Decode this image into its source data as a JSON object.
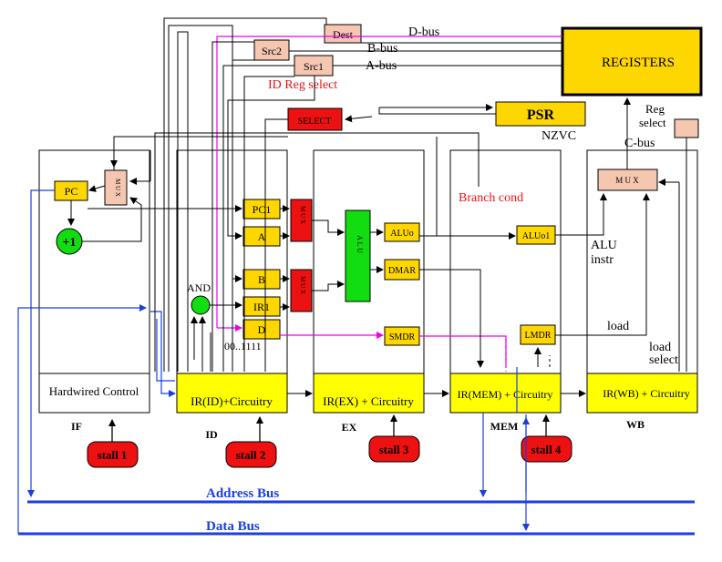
{
  "registers": {
    "label": "REGISTERS"
  },
  "buses": {
    "d_bus": "D-bus",
    "b_bus": "B-bus",
    "a_bus": "A-bus",
    "c_bus": "C-bus",
    "address_bus": "Address Bus",
    "data_bus": "Data Bus"
  },
  "top": {
    "dest": "Dest",
    "src2": "Src2",
    "src1": "Src1",
    "id_reg_select": "ID Reg select",
    "select": "SELECT",
    "psr": "PSR",
    "nzvc": "NZVC",
    "reg_select_1": "Reg",
    "reg_select_2": "select"
  },
  "if_stage": {
    "pc": "PC",
    "mux": "M U X",
    "plus_one": "+1",
    "hardwired": "Hardwired Control",
    "label": "IF",
    "stall": "stall 1"
  },
  "id_stage": {
    "pc1": "PC1",
    "a": "A",
    "b": "B",
    "ir1": "IR1",
    "d": "D",
    "and": "AND",
    "const": "00..1111",
    "mux_top": "M U X",
    "mux_bot": "M U X",
    "circuitry": "IR(ID)+Circuitry",
    "label": "ID",
    "stall": "stall 2"
  },
  "ex_stage": {
    "alu": "A L U",
    "aluo": "ALUo",
    "dmar": "DMAR",
    "smdr": "SMDR",
    "circuitry": "IR(EX) + Circuitry",
    "label": "EX",
    "stall": "stall 3"
  },
  "mem_stage": {
    "branch_cond": "Branch cond",
    "aluo1": "ALUo1",
    "lmdr": "LMDR",
    "circuitry": "IR(MEM) + Circuitry",
    "label": "MEM",
    "stall": "stall 4"
  },
  "wb_stage": {
    "mux": "M U X",
    "alu_instr_1": "ALU",
    "alu_instr_2": "instr",
    "load": "load",
    "load_select_1": "load",
    "load_select_2": "select",
    "circuitry": "IR(WB) + Circuitry",
    "label": "WB"
  },
  "colors": {
    "yellow": "#ffd700",
    "red": "#ee1111",
    "green": "#11dd11",
    "pink": "#f5c6b0",
    "blue": "#1a3fe0",
    "magenta": "#ee00ee"
  }
}
